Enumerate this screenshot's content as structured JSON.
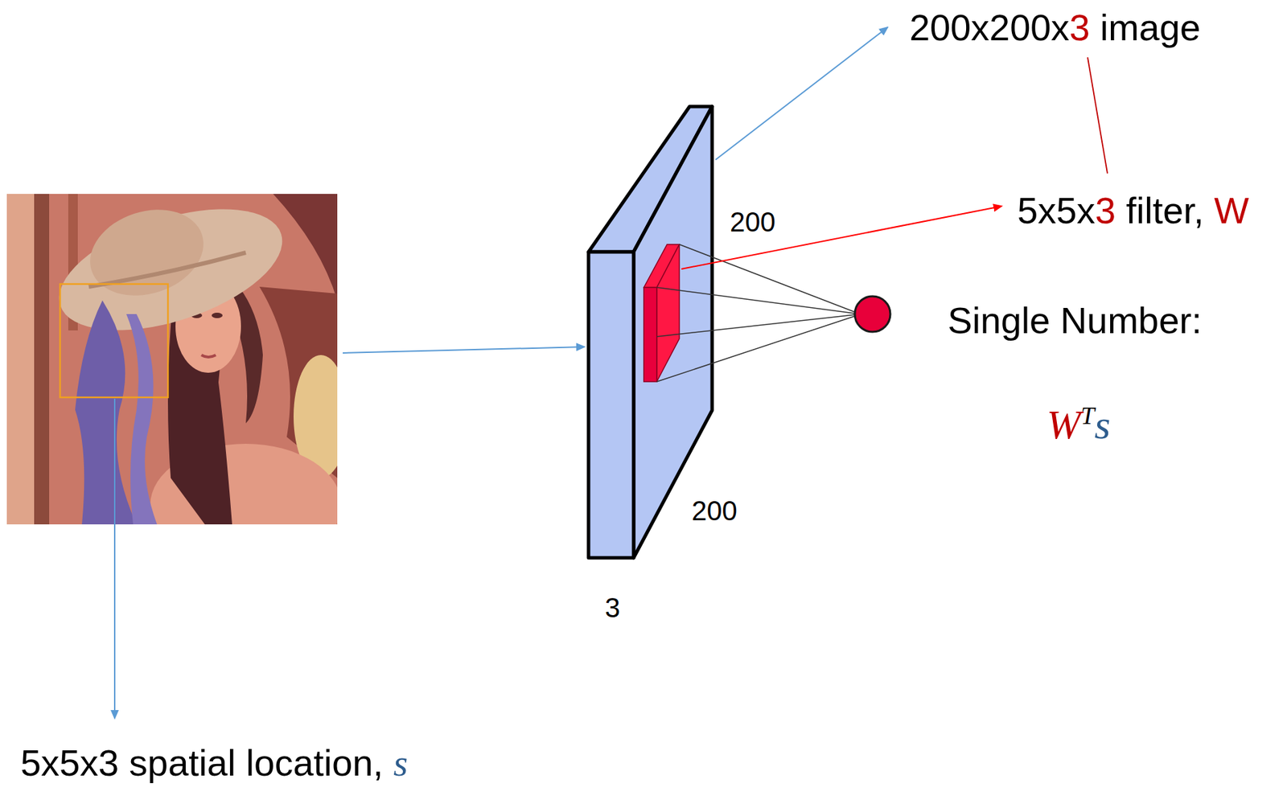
{
  "diagram": {
    "labels": [
      "200x200x3 image",
      "200",
      "5x5x3 filter, W",
      "Single Number:",
      "WTs",
      "200",
      "3",
      "5x5x3 spatial location, s"
    ]
  }
}
